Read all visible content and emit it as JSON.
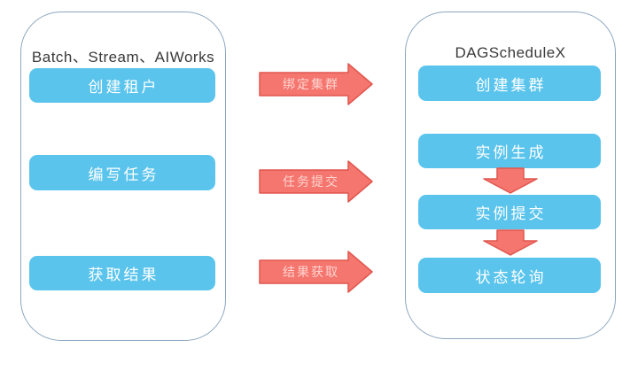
{
  "diagram": {
    "left_panel": {
      "title": "Batch、Stream、AIWorks",
      "steps": [
        "创建租户",
        "编写任务",
        "获取结果"
      ]
    },
    "right_panel": {
      "title": "DAGScheduleX",
      "steps": [
        "创建集群",
        "实例生成",
        "实例提交",
        "状态轮询"
      ]
    },
    "flow_arrows": [
      "绑定集群",
      "任务提交",
      "结果获取"
    ],
    "right_connectors": [
      "arrow-down-icon",
      "arrow-down-icon"
    ]
  },
  "colors": {
    "box_blue": "#5ac4ed",
    "arrow_red": "#f5766e",
    "arrow_border": "#e0564f",
    "panel_border": "#8ca6bf",
    "title_text": "#3a3a3a",
    "box_text": "#ffffff",
    "arrow_text": "#ffd4d0",
    "bg": "#ffffff"
  }
}
